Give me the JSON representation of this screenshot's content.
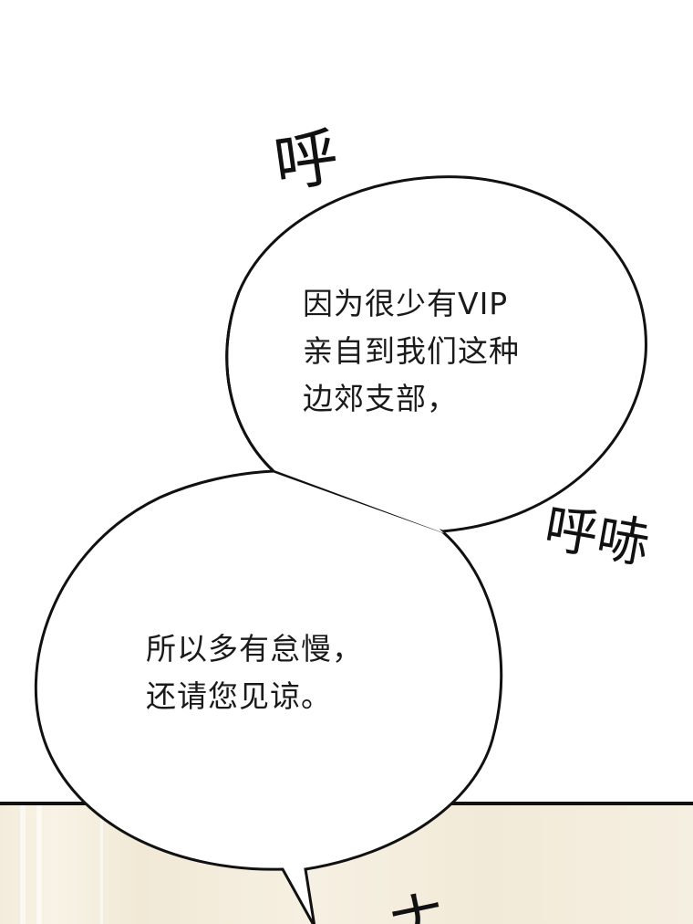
{
  "bubbles": {
    "top": {
      "lines": [
        "因为很少有VIP",
        "亲自到我们这种",
        "边郊支部，"
      ]
    },
    "bottom": {
      "lines": [
        "所以多有怠慢，",
        "还请您见谅。"
      ]
    }
  },
  "sound_effects": {
    "first": "呼",
    "second": "呼哧",
    "third": "ナ"
  },
  "colors": {
    "ink": "#111111",
    "bubble_fill": "#ffffff",
    "panel_bg": "#f3ecdc"
  }
}
